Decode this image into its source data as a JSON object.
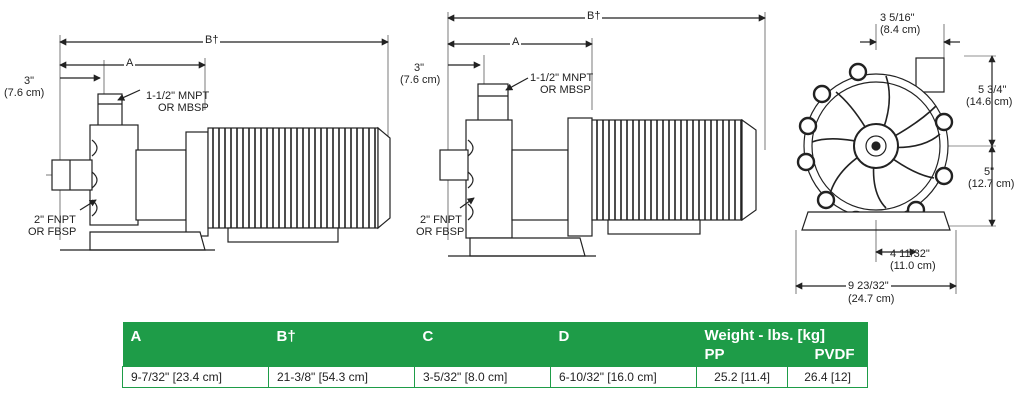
{
  "side_view_1": {
    "dim_b": "B†",
    "dim_a": "A",
    "dim_3": "3\"",
    "dim_3_cm": "(7.6 cm)",
    "outlet_1": "1-1/2\" MNPT",
    "outlet_2": "OR MBSP",
    "inlet_1": "2\" FNPT",
    "inlet_2": "OR FBSP"
  },
  "side_view_2": {
    "dim_b": "B†",
    "dim_a": "A",
    "dim_3": "3\"",
    "dim_3_cm": "(7.6 cm)",
    "outlet_1": "1-1/2\" MNPT",
    "outlet_2": "OR MBSP",
    "inlet_1": "2\" FNPT",
    "inlet_2": "OR FBSP"
  },
  "front_view": {
    "top_in": "3 5/16\"",
    "top_cm": "(8.4 cm)",
    "upper_in": "5 3/4\"",
    "upper_cm": "(14.6 cm)",
    "lower_in": "5\"",
    "lower_cm": "(12.7 cm)",
    "base_in": "4 11/32\"",
    "base_cm": "(11.0 cm)",
    "width_in": "9 23/32\"",
    "width_cm": "(24.7 cm)"
  },
  "table": {
    "headers": {
      "a": "A",
      "b": "B†",
      "c": "C",
      "d": "D",
      "weight": "Weight - lbs. [kg]",
      "pp": "PP",
      "pvdf": "PVDF"
    },
    "row": {
      "a": "9-7/32\" [23.4 cm]",
      "b": "21-3/8\" [54.3 cm]",
      "c": "3-5/32\" [8.0 cm]",
      "d": "6-10/32\" [16.0 cm]",
      "pp": "25.2 [11.4]",
      "pvdf": "26.4 [12]"
    }
  },
  "colors": {
    "header_green": "#1e9c48",
    "line": "#222222"
  }
}
